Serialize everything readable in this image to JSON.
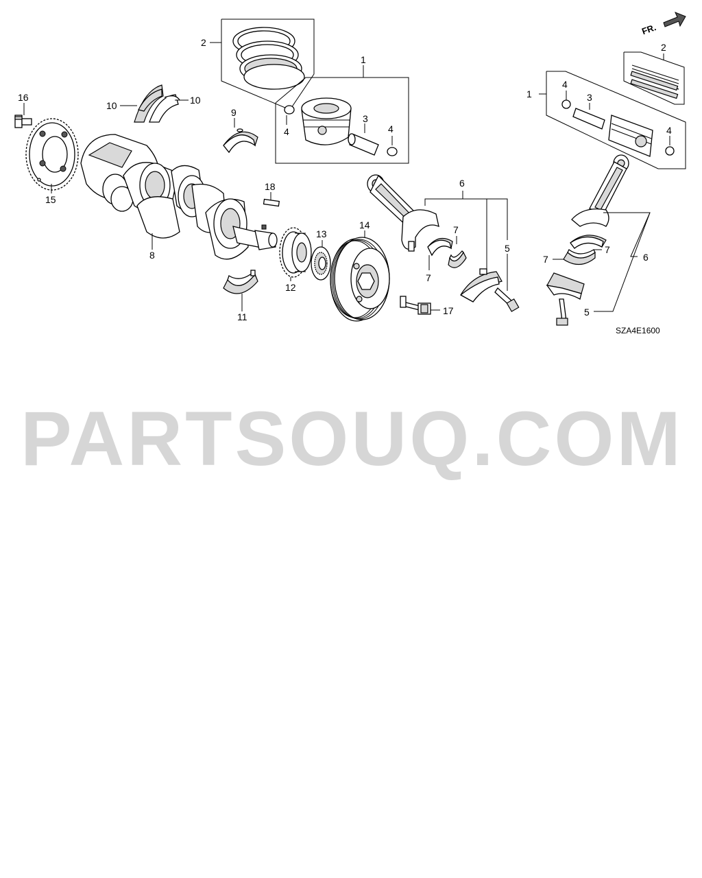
{
  "diagram": {
    "code": "SZA4E1600",
    "direction_label": "FR.",
    "watermark": "PARTSOUQ.COM",
    "watermark_color": "#d6d6d6",
    "line_color": "#000000",
    "labels": {
      "l1a": "1",
      "l1b": "1",
      "l2a": "2",
      "l2b": "2",
      "l3a": "3",
      "l3b": "3",
      "l4a": "4",
      "l4b": "4",
      "l4c": "4",
      "l4d": "4",
      "l5a": "5",
      "l5b": "5",
      "l6a": "6",
      "l6b": "6",
      "l7a": "7",
      "l7b": "7",
      "l7c": "7",
      "l7d": "7",
      "l8": "8",
      "l9": "9",
      "l10a": "10",
      "l10b": "10",
      "l11": "11",
      "l12": "12",
      "l13": "13",
      "l14": "14",
      "l15": "15",
      "l16": "16",
      "l17": "17",
      "l18": "18"
    }
  }
}
